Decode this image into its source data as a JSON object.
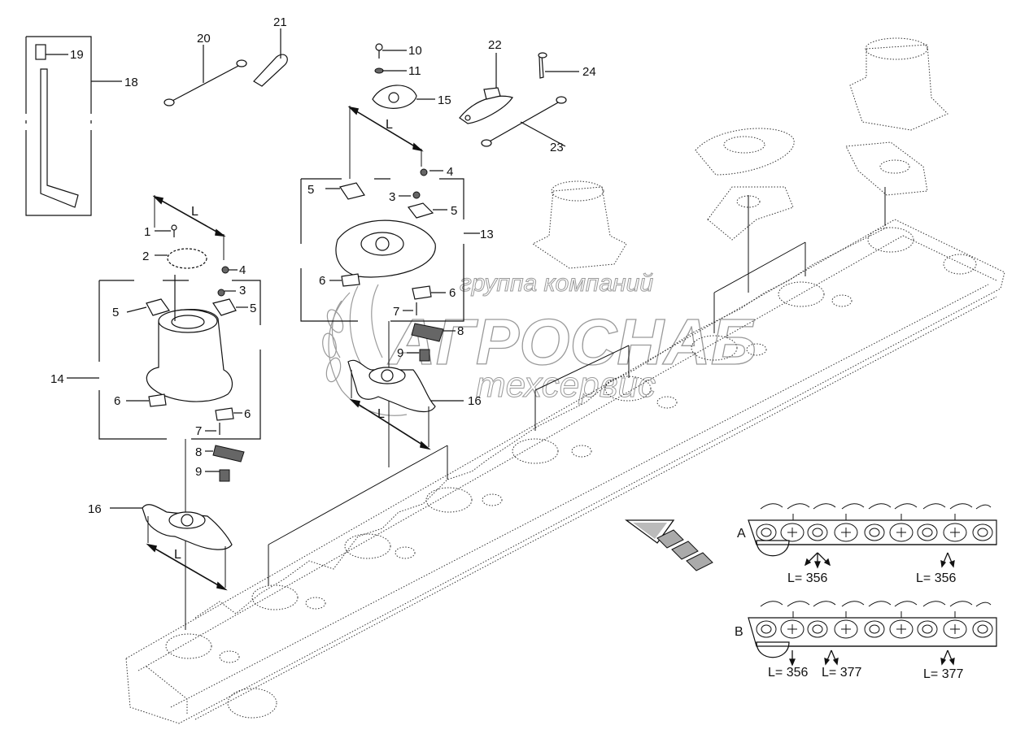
{
  "callouts": {
    "c1": "1",
    "c2": "2",
    "c3": "3",
    "c3b": "3",
    "c4": "4",
    "c4b": "4",
    "c5a": "5",
    "c5b": "5",
    "c5c": "5",
    "c5d": "5",
    "c6a": "6",
    "c6b": "6",
    "c6c": "6",
    "c6d": "6",
    "c7a": "7",
    "c7b": "7",
    "c8a": "8",
    "c8b": "8",
    "c9a": "9",
    "c9b": "9",
    "c10": "10",
    "c11": "11",
    "c13": "13",
    "c14": "14",
    "c15": "15",
    "c16a": "16",
    "c16b": "16",
    "c18": "18",
    "c19": "19",
    "c20": "20",
    "c21": "21",
    "c22": "22",
    "c23": "23",
    "c24": "24"
  },
  "dimension_labels": {
    "L1": "L",
    "L2": "L",
    "L3": "L",
    "L4": "L"
  },
  "insets": {
    "A": {
      "label": "A",
      "left_dim": "L= 356",
      "right_dim": "L= 356"
    },
    "B": {
      "label": "B",
      "left_dim_a": "L= 356",
      "left_dim_b": "L= 377",
      "right_dim": "L= 377"
    }
  },
  "watermark": {
    "line1": "группа компаний",
    "line2": "АГРОСНАБ",
    "line3": "техсервис"
  }
}
